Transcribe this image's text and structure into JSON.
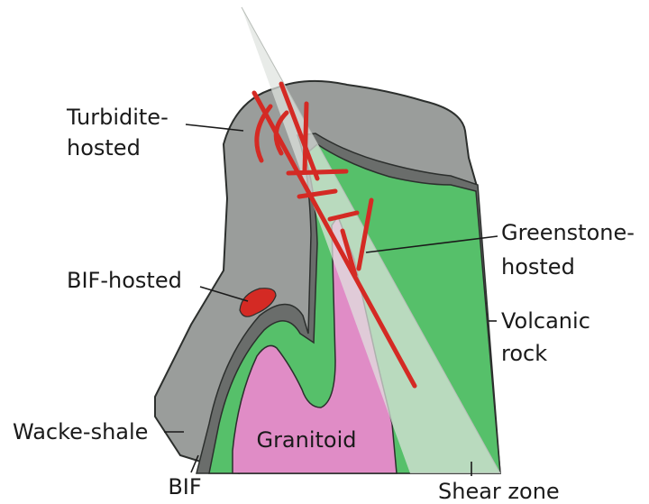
{
  "labels": {
    "turbidite_line1": "Turbidite-",
    "turbidite_line2": "hosted",
    "bif_hosted": "BIF-hosted",
    "greenstone_line1": "Greenstone-",
    "greenstone_line2": "hosted",
    "volcanic_line1": "Volcanic",
    "volcanic_line2": "rock",
    "wacke_shale": "Wacke-shale",
    "granitoid": "Granitoid",
    "bif": "BIF",
    "shear_zone": "Shear zone"
  },
  "colors": {
    "wacke_shale": "#9a9d9b",
    "bif_band": "#6a6d6b",
    "volcanic_rock": "#56c06a",
    "granitoid": "#e08cc6",
    "shear_zone": "#cfd3cf",
    "gold_veins": "#d42a24",
    "outline": "#2c2f2d"
  }
}
